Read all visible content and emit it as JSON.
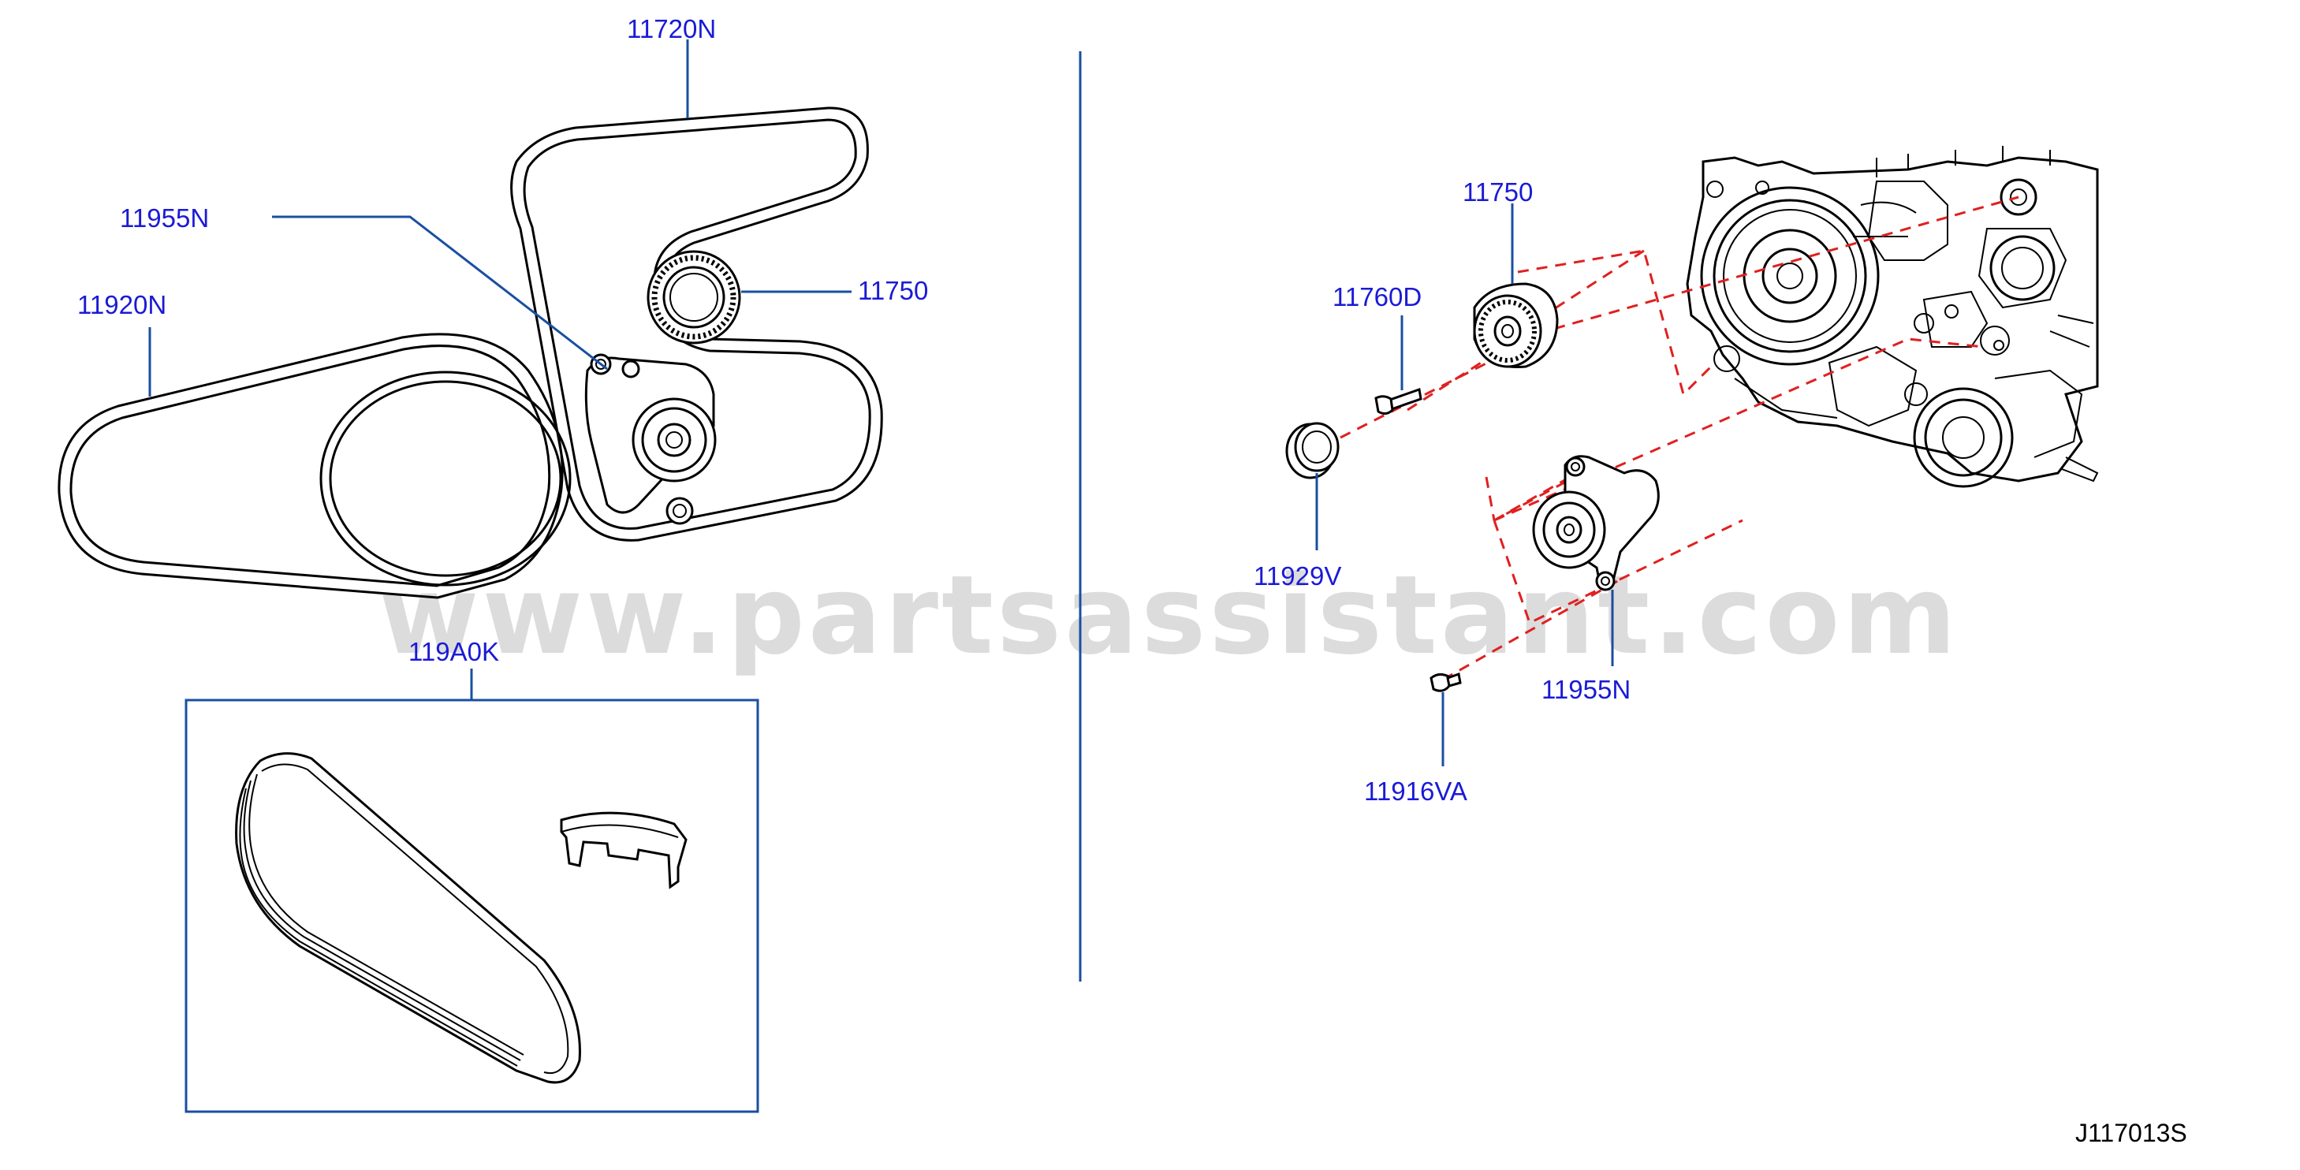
{
  "watermark": "www.partsassistant.com",
  "drawing_code": "J117013S",
  "labels": {
    "belt_upper": "11720N",
    "tensioner_left": "11955N",
    "belt_lower": "11920N",
    "idler_left": "11750",
    "belt_kit": "119A0K",
    "idler_right": "11750",
    "bolt_idler": "11760D",
    "pulley_cover": "11929V",
    "tensioner_right": "11955N",
    "bolt_tensioner": "11916VA"
  }
}
